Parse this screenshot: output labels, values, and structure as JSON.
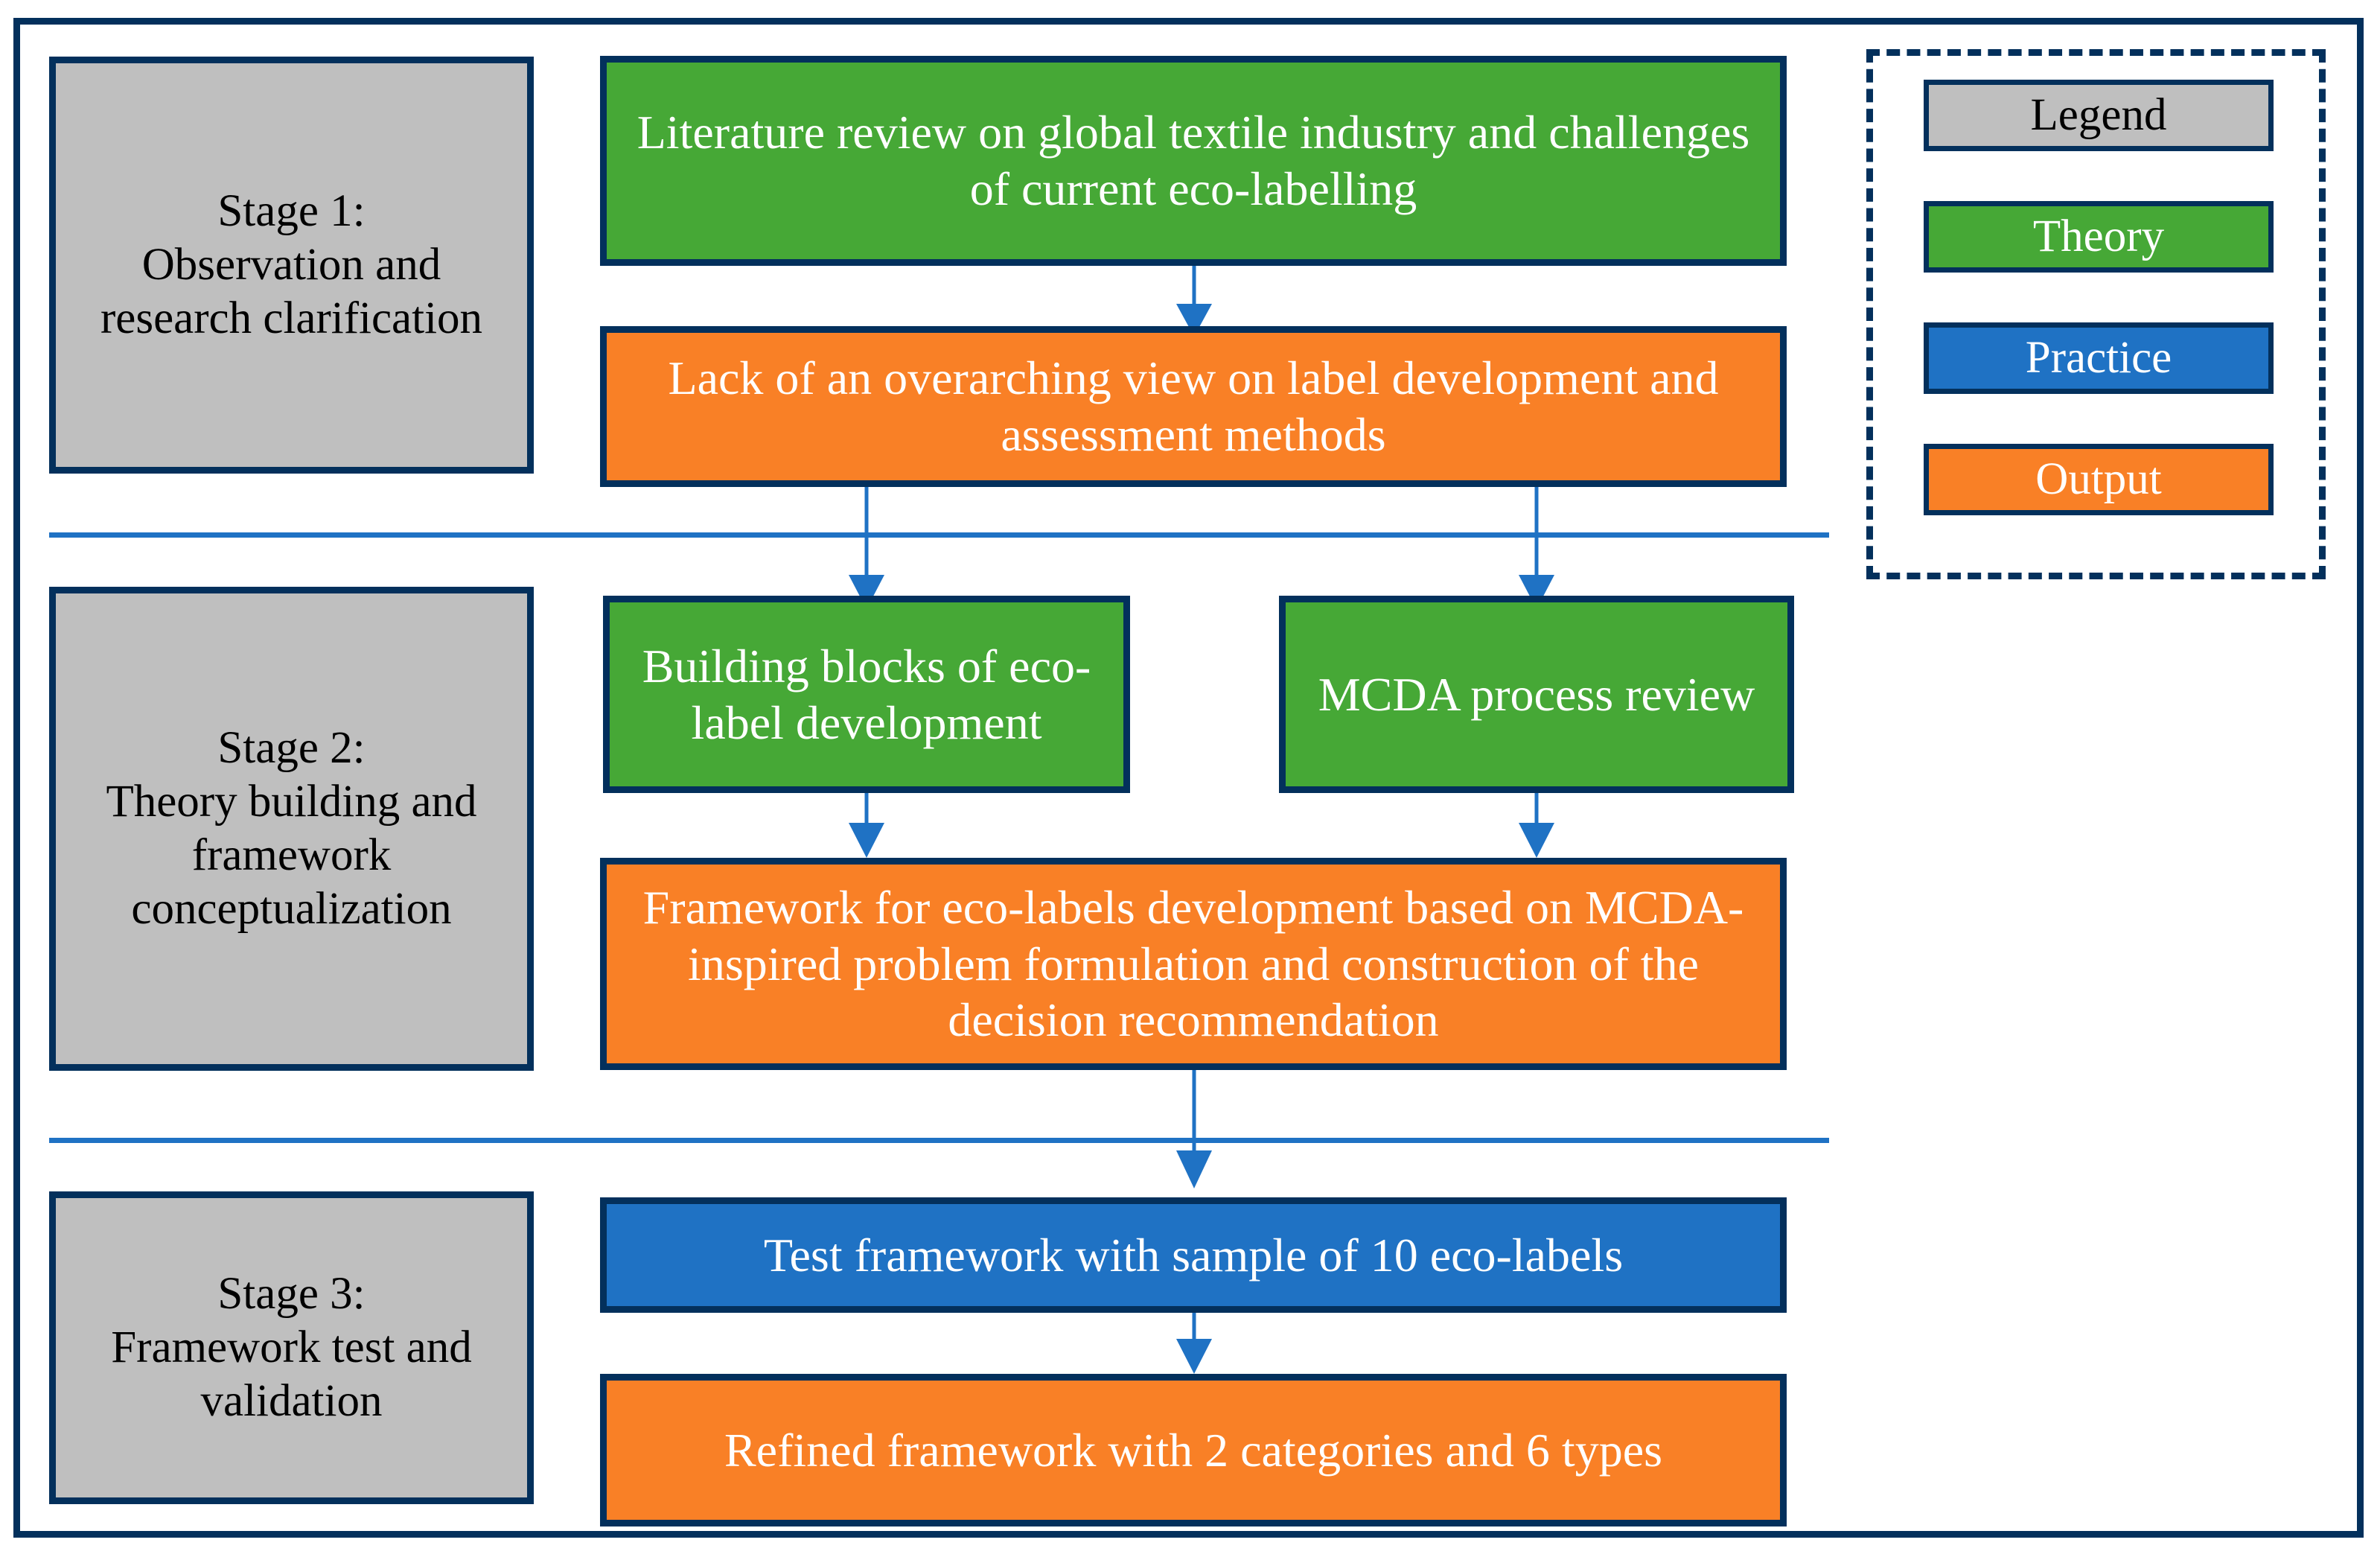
{
  "diagram": {
    "title": "Three-stage research methodology flowchart for eco-label framework development",
    "colors": {
      "frame": "#03305c",
      "stage_fill": "#bfbfbf",
      "theory_fill": "#46a836",
      "practice_fill": "#1f72c4",
      "output_fill": "#f98026",
      "connector": "#1f72c4",
      "divider": "#1f72c4"
    }
  },
  "stages": [
    {
      "id": "stage-1",
      "label": "Stage 1:\nObservation and research clarification",
      "nodes": [
        {
          "id": "lit-review",
          "type": "Theory",
          "label": "Literature review on global textile industry and challenges of current eco-labelling"
        },
        {
          "id": "lack-overarching-view",
          "type": "Output",
          "label": "Lack of an overarching view on label development and assessment methods"
        }
      ]
    },
    {
      "id": "stage-2",
      "label": "Stage 2:\nTheory building and framework conceptualization",
      "nodes": [
        {
          "id": "building-blocks",
          "type": "Theory",
          "label": "Building blocks of eco-label development"
        },
        {
          "id": "mcda-review",
          "type": "Theory",
          "label": "MCDA process review"
        },
        {
          "id": "framework",
          "type": "Output",
          "label": "Framework for eco-labels development based on MCDA-inspired problem formulation and construction of the decision recommendation"
        }
      ]
    },
    {
      "id": "stage-3",
      "label": "Stage 3:\nFramework test and validation",
      "nodes": [
        {
          "id": "test-framework",
          "type": "Practice",
          "label": "Test framework with sample of 10 eco-labels"
        },
        {
          "id": "refined-framework",
          "type": "Output",
          "label": "Refined framework with 2 categories and 6 types"
        }
      ]
    }
  ],
  "legend": {
    "title": "Legend",
    "items": [
      {
        "key": "theory",
        "label": "Theory",
        "color": "#46a836"
      },
      {
        "key": "practice",
        "label": "Practice",
        "color": "#1f72c4"
      },
      {
        "key": "output",
        "label": "Output",
        "color": "#f98026"
      }
    ]
  },
  "edges": [
    {
      "from": "lit-review",
      "to": "lack-overarching-view"
    },
    {
      "from": "lack-overarching-view",
      "to": "building-blocks"
    },
    {
      "from": "lack-overarching-view",
      "to": "mcda-review"
    },
    {
      "from": "building-blocks",
      "to": "framework"
    },
    {
      "from": "mcda-review",
      "to": "framework"
    },
    {
      "from": "framework",
      "to": "test-framework"
    },
    {
      "from": "test-framework",
      "to": "refined-framework"
    }
  ]
}
